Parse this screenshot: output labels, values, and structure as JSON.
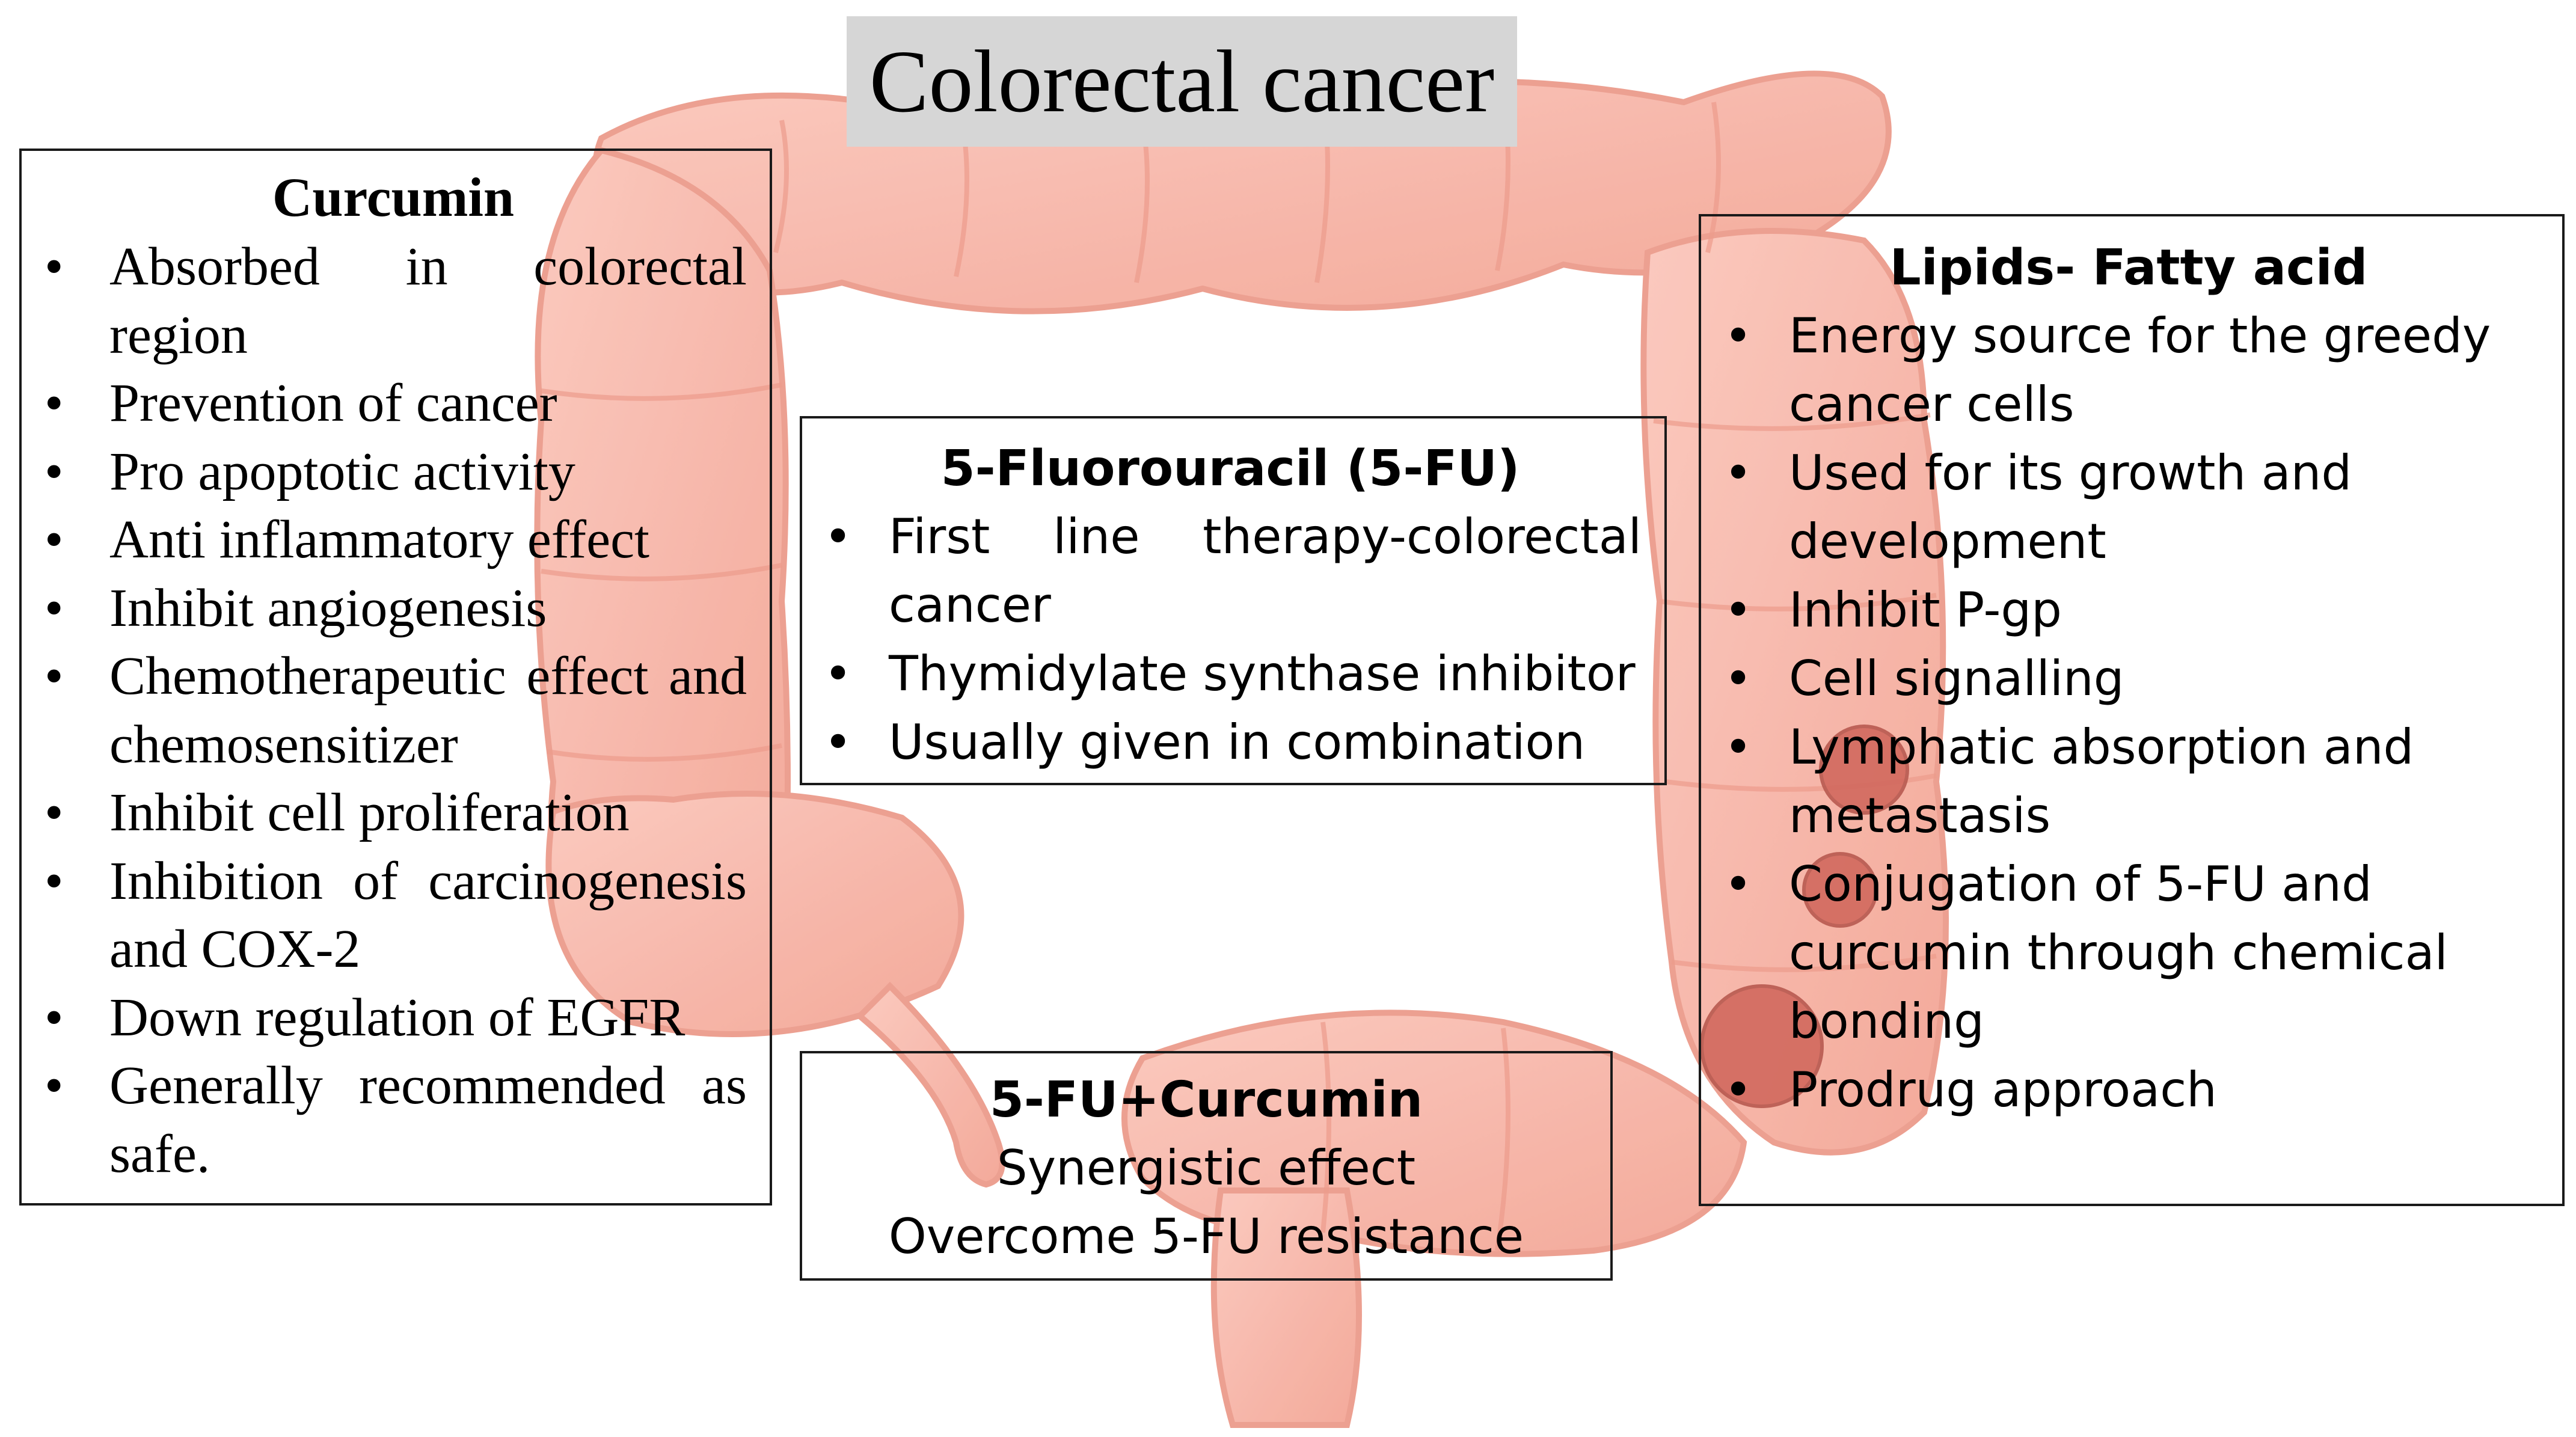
{
  "title": "Colorectal cancer",
  "curcumin": {
    "heading": "Curcumin",
    "items": [
      "Absorbed in colorectal region",
      "Prevention of cancer",
      "Pro apoptotic activity",
      "Anti inflammatory effect",
      "Inhibit angiogenesis",
      "Chemotherapeutic effect and chemosensitizer",
      "Inhibit cell proliferation",
      "Inhibition of carcinogenesis and COX-2",
      "Down regulation of EGFR",
      "Generally recommended as safe."
    ]
  },
  "fluorouracil": {
    "heading": "5-Fluorouracil (5-FU)",
    "items": [
      "First line therapy-colorectal cancer",
      "Thymidylate synthase inhibitor",
      "Usually given in combination"
    ]
  },
  "lipids": {
    "heading": "Lipids- Fatty acid",
    "items": [
      "Energy source for the greedy cancer cells",
      "Used for its growth and development",
      "Inhibit P-gp",
      "Cell signalling",
      "Lymphatic absorption and metastasis",
      "Conjugation of 5-FU and curcumin through chemical bonding",
      "Prodrug approach"
    ]
  },
  "combination": {
    "heading": "5-FU+Curcumin",
    "lines": [
      "Synergistic effect",
      "Overcome 5-FU resistance"
    ]
  },
  "colors": {
    "colon_fill": "#f7b3a6",
    "colon_edge": "#ec9b8c",
    "tumor": "#d2695e",
    "title_bg": "#d6d6d6"
  }
}
